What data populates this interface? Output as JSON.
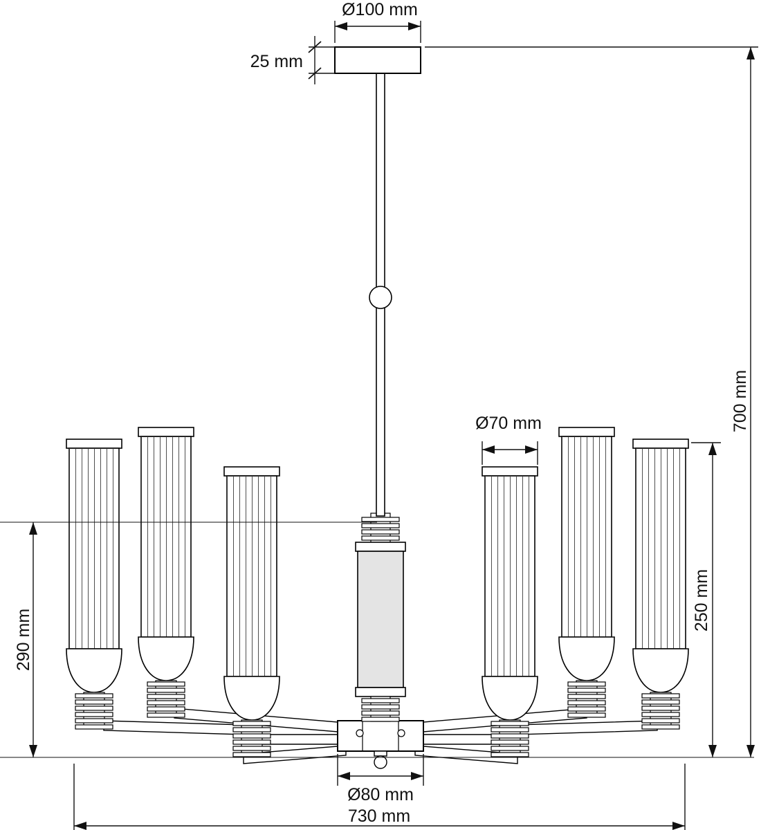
{
  "drawing": {
    "subject": "chandelier-dimension-technical-drawing",
    "labels": {
      "canopy_diameter": "Ø100 mm",
      "canopy_height": "25 mm",
      "overall_height": "700 mm",
      "shade_diameter": "Ø70 mm",
      "shade_height": "250 mm",
      "body_drop_height": "290 mm",
      "hub_diameter": "Ø80 mm",
      "overall_width": "730 mm"
    },
    "colors": {
      "line": "#111111",
      "background": "#ffffff",
      "column_fill": "#e4e4e4",
      "shade_fill": "#ffffff"
    }
  }
}
